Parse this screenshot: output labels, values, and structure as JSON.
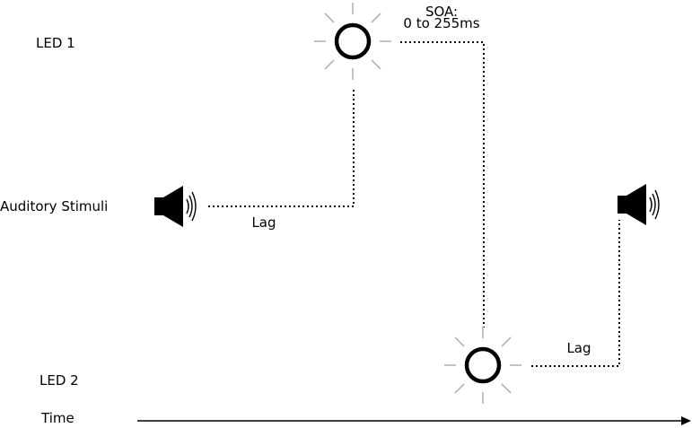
{
  "labels": {
    "led1": "LED 1",
    "led2": "LED 2",
    "auditory": "Auditory Stimuli",
    "time": "Time",
    "soa_line1": "SOA:",
    "soa_line2": "0 to 255ms",
    "lag1": "Lag",
    "lag2": "Lag"
  },
  "icons": {
    "led": "light-burst-icon",
    "speaker": "speaker-icon",
    "arrow": "arrowhead-icon"
  },
  "colors": {
    "ink": "#000000",
    "rays": "#b4b4b4",
    "background": "#ffffff"
  }
}
